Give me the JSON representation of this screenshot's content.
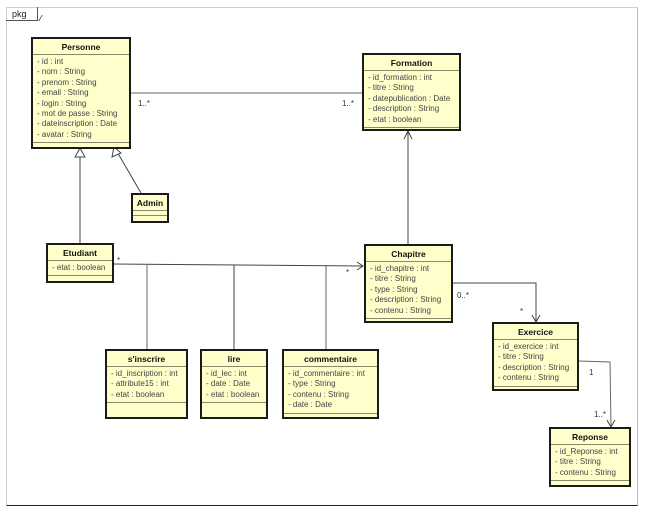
{
  "diagram": {
    "package_label": "pkg",
    "line_color": "#444444",
    "class_fill": "#ffffcc",
    "classes": {
      "personne": {
        "name": "Personne",
        "attributes": [
          "- id : int",
          "- nom : String",
          "- prenom : String",
          "- email : String",
          "- login : String",
          "- mot de passe : String",
          "- dateinscription : Date",
          "- avatar : String"
        ]
      },
      "formation": {
        "name": "Formation",
        "attributes": [
          "- id_formation : int",
          "- titre : String",
          "- datepublication : Date",
          "- description : String",
          "- etat : boolean"
        ]
      },
      "admin": {
        "name": "Admin",
        "attributes": []
      },
      "etudiant": {
        "name": "Etudiant",
        "attributes": [
          "- etat : boolean"
        ]
      },
      "chapitre": {
        "name": "Chapitre",
        "attributes": [
          "- id_chapitre : int",
          "- titre : String",
          "- type : String",
          "- description : String",
          "- contenu : String"
        ]
      },
      "exercice": {
        "name": "Exercice",
        "attributes": [
          "- id_exercice : int",
          "- titre : String",
          "- description : String",
          "- contenu : String"
        ]
      },
      "reponse": {
        "name": "Reponse",
        "attributes": [
          "- id_Reponse : int",
          "- titre : String",
          "- contenu : String"
        ]
      },
      "sinscrire": {
        "name": "s'inscrire",
        "attributes": [
          "- id_inscription : int",
          "- attribute15 : int",
          "- etat : boolean"
        ]
      },
      "lire": {
        "name": "lire",
        "attributes": [
          "- id_lec : int",
          "- date : Date",
          "- etat : boolean"
        ]
      },
      "commentaire": {
        "name": "commentaire",
        "attributes": [
          "- id_commentaire : int",
          "- type : String",
          "- contenu : String",
          "- date : Date"
        ]
      }
    },
    "relations": [
      {
        "from": "Personne",
        "to": "Formation",
        "kind": "association",
        "mult_from": "1..*",
        "mult_to": "1..*"
      },
      {
        "from": "Etudiant",
        "to": "Personne",
        "kind": "generalization"
      },
      {
        "from": "Admin",
        "to": "Personne",
        "kind": "generalization"
      },
      {
        "from": "Chapitre",
        "to": "Formation",
        "kind": "directed-association"
      },
      {
        "from": "Etudiant",
        "to": "Chapitre",
        "kind": "directed-association",
        "mult_from": "*",
        "mult_to": "*",
        "association_classes": [
          "s'inscrire",
          "lire",
          "commentaire"
        ]
      },
      {
        "from": "Chapitre",
        "to": "Exercice",
        "kind": "directed-association",
        "mult_from": "0..*",
        "mult_to": "*"
      },
      {
        "from": "Exercice",
        "to": "Reponse",
        "kind": "directed-association",
        "mult_from": "1",
        "mult_to": "1..*"
      }
    ]
  }
}
